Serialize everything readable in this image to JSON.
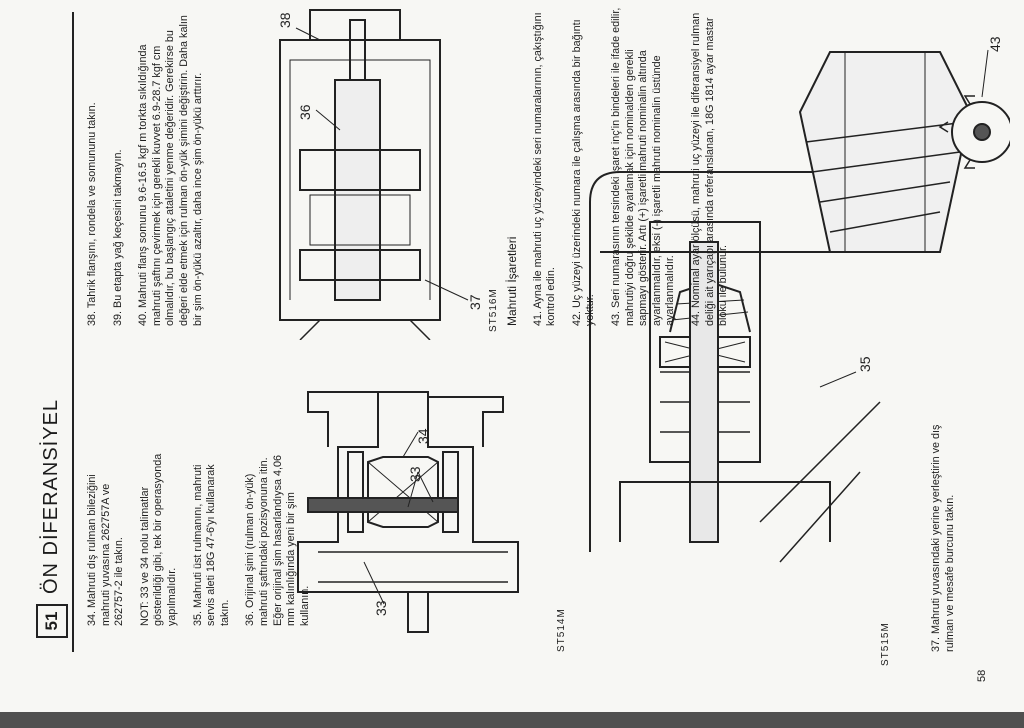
{
  "header": {
    "page_number": "51",
    "title": "ÖN DİFERANSİYEL"
  },
  "column1": {
    "p34": "34. Mahruti dış rulman bileziğini mahruti yuvasına 262757A ve 262757-2 ile takın.",
    "note": "NOT: 33 ve 34 nolu talimatlar gösterildiği gibi, tek bir operasyonda yapılmalıdır.",
    "p35": "35. Mahruti üst rulmanını, mahruti servis aleti 18G 47-6'yı kullanarak takın.",
    "p36": "36. Orijinal şimi (rulman ön-yük) mahruti şaftındaki pozisyonuna itin. Eğer orijinal şim hasarlandıysa 4,06 mm kalınlığında yeni bir şim kullanın.",
    "fig_caption": "ST514M",
    "fig_labels": [
      "34",
      "33",
      "33"
    ]
  },
  "column2": {
    "p37": "37. Mahruti yuvasındaki yerine yerleştirin ve dış rulman ve mesafe burcunu takın.",
    "fig_caption": "ST515M",
    "fig_label": "35"
  },
  "column3": {
    "p38": "38. Tahrik flanşını, rondela ve somununu takın.",
    "p39": "39. Bu etapta yağ keçesini takmayın.",
    "p40": "40. Mahruti flanş somunu 9.6-16.5 kgf m torkta sıkıldığında mahruti şaftını çevirmek için gerekli kuvvet 6.9-28.7 kgf cm olmalıdır, bu başlangıç ataletini yenme değeridir. Gerekirse bu değeri elde etmek için rulman ön-yük şimini değiştirin. Daha kalın bir şim ön-yükü azaltır, daha ince şim ön-yükü arttırır.",
    "fig_caption": "ST516M",
    "fig_labels": [
      "38",
      "36",
      "37"
    ],
    "section_title": "Mahruti İşaretleri",
    "p41": "41. Ayna ile mahruti uç yüzeyindeki seri numaralarının, çakıştığını kontrol edin.",
    "p42": "42. Uç yüzeyi üzerindeki numara ile çalışma arasında bir bağıntı yoktur.",
    "p43": "43. Seri numarasının tersindeki işaret inç'in binde­leri ile ifade edilir, mahrutiyi doğru şekilde ayarlamak için nominalden gerekli sapmayı gösterir. Artı (+) işaretli mahruti nominalin altında ayarlanmalıdır, eksi (-) işaretli mahruti nominalin üstünde ayarlanmalıdır.",
    "p44": "44. Nominal ayar ölçüsü, mahruti uç yüzeyi ile diferansiyel rulman deliği ait yarıçapı arasında referanslanan, 18G 1814 ayar mastar bloku ile bulunur.",
    "fig_label": "43"
  },
  "footer": {
    "page_num": "58"
  }
}
